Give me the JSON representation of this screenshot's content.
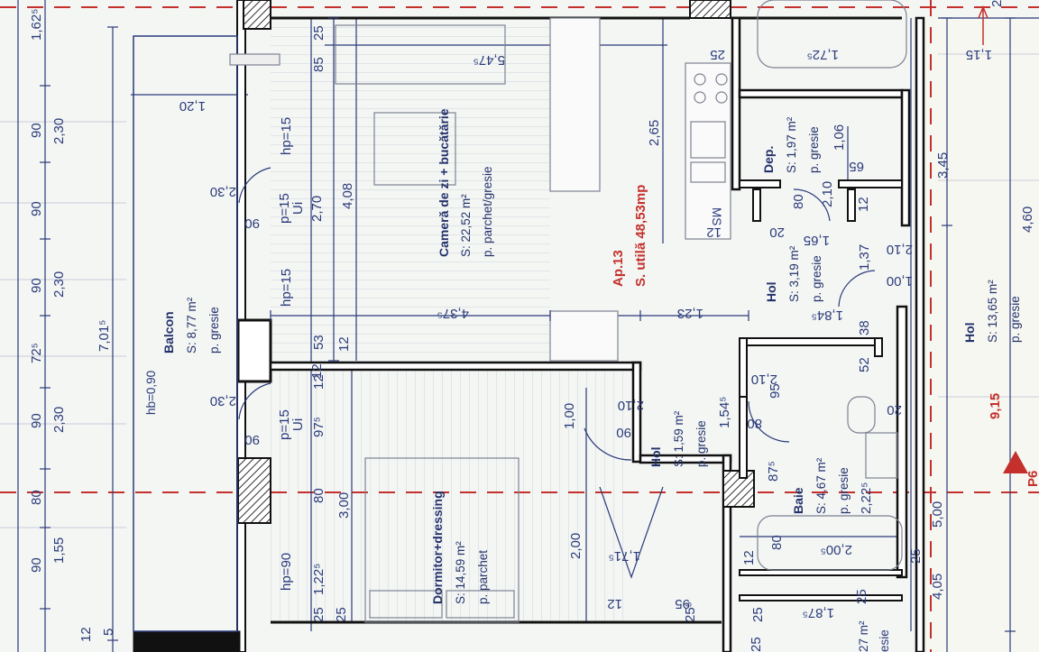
{
  "apartment": {
    "name": "Ap.13",
    "usable_area": "S. utilă 48,53mp"
  },
  "rooms": {
    "living": {
      "name": "Cameră de zi + bucătărie",
      "area": "S: 22,52 m²",
      "floor": "p. parchet/gresie"
    },
    "balcony": {
      "name": "Balcon",
      "area": "S: 8,77 m²",
      "floor": "p. gresie"
    },
    "storage": {
      "name": "Dep.",
      "area": "S: 1,97 m²",
      "floor": "p. gresie"
    },
    "hall_center": {
      "name": "Hol",
      "area": "S: 3,19 m²",
      "floor": "p. gresie"
    },
    "hall_right": {
      "name": "Hol",
      "area": "S: 13,65 m²",
      "floor": "p. gresie"
    },
    "hall_small": {
      "name": "Hol",
      "area": "S: 1,59 m²",
      "floor": "p. gresie"
    },
    "bedroom": {
      "name": "Dormitor+dressing",
      "area": "S: 14,59 m²",
      "floor": "p. parchet"
    },
    "bath": {
      "name": "Baie",
      "area": "S: 4,67 m²",
      "floor": "p. gresie"
    }
  },
  "dimensions": {
    "d_5475": "5,47⁵",
    "d_265": "2,65",
    "d_408": "4,08",
    "d_270": "2,70",
    "d_4375": "4,37⁵",
    "d_123": "1,23",
    "d_300": "3,00",
    "d_200": "2,00",
    "d_7015": "7,01⁵",
    "d_120": "1,20",
    "d_230a": "2,30",
    "d_230b": "2,30",
    "d_230c": "2,30",
    "d_230d": "2,30",
    "d_155": "1,55",
    "d_1625": "1,62⁵",
    "d_725": "72⁵",
    "d_90a": "90",
    "d_90b": "90",
    "d_90c": "90",
    "d_90d": "90",
    "d_90e": "90",
    "d_80a": "80",
    "d_25a": "25",
    "d_85": "85",
    "d_25b": "25",
    "d_25c": "25",
    "d_53": "53",
    "d_12a": "12",
    "d_12b": "12",
    "d_975": "97⁵",
    "d_1225": "1,22⁵",
    "d_80b": "80",
    "d_25d": "25",
    "d_12c": "12",
    "d_1715": "1,71⁵",
    "d_95a": "95",
    "d_255": "25⁵",
    "d_210a": "2,10",
    "d_100a": "1,00",
    "d_90f": "90",
    "d_154": "1,54⁵",
    "d_875": "87⁵",
    "d_2225": "2,22⁵",
    "d_2005": "2,00⁵",
    "d_80c": "80",
    "d_12d": "12",
    "d_25e": "25",
    "d_500": "5,00",
    "d_405": "4,05",
    "d_915": "9,15",
    "d_460": "4,60",
    "d_345": "3,45",
    "d_115": "1,15",
    "d_172": "1,72⁵",
    "d_106": "1,06",
    "d_65": "65",
    "d_210b": "2,10",
    "d_80d": "80",
    "d_165": "1,65",
    "d_12e": "12",
    "d_137": "1,37",
    "d_210c": "2,10",
    "d_100b": "1,00",
    "d_1845": "1,84⁵",
    "d_38": "38",
    "d_52": "52",
    "d_95b": "95",
    "d_210d": "2,10",
    "d_80e": "80",
    "d_20a": "20",
    "d_20b": "20",
    "d_12f": "12",
    "d_1875": "1,87⁵",
    "d_25f": "25",
    "d_25g": "25",
    "d_27m": "27 m²",
    "d_esie": "esie",
    "d_25h": "25",
    "d_15": "15",
    "d_12g": "12",
    "d_5": "5",
    "d_2": "2",
    "d_p6": "P6",
    "d_hb090": "hb=0,90",
    "d_hp15a": "hp=15",
    "d_hp15b": "hp=15",
    "d_hp15c": "p=15",
    "d_hp15d": "p=15",
    "d_hp90": "hp=90",
    "d_ui_a": "Ui",
    "d_ui_b": "Ui",
    "d_230e": "2,30",
    "d_230f": "2,30",
    "d_90g": "90",
    "d_90h": "90",
    "d_12h": "12",
    "d_80f": "80",
    "d_25i": "25",
    "d_ms": "MS",
    "d_20c": "20",
    "d_2x": "2"
  },
  "colors": {
    "wall": "#111111",
    "wall_hatch": "#555555",
    "dimension": "#2a3a7a",
    "red_axis": "#c4302b",
    "grid": "#c9ccd6",
    "floor_line": "#b9bec9"
  }
}
